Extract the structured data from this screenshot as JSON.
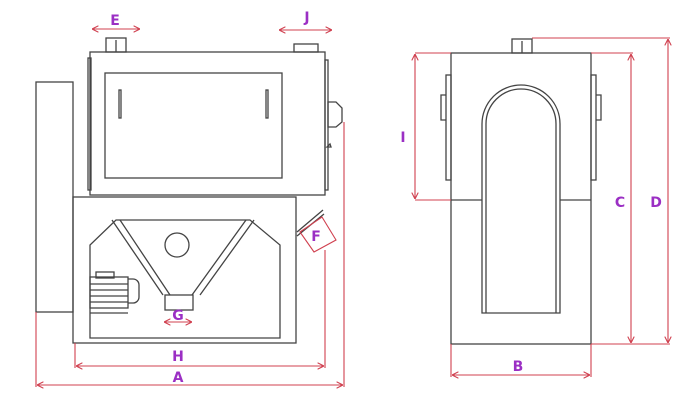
{
  "colors": {
    "line": "#444444",
    "dimension": "#d0404f",
    "label": "#9b2fc4"
  },
  "labels": {
    "A": "A",
    "B": "B",
    "C": "C",
    "D": "D",
    "E": "E",
    "F": "F",
    "G": "G",
    "H": "H",
    "I": "I",
    "J": "J"
  }
}
